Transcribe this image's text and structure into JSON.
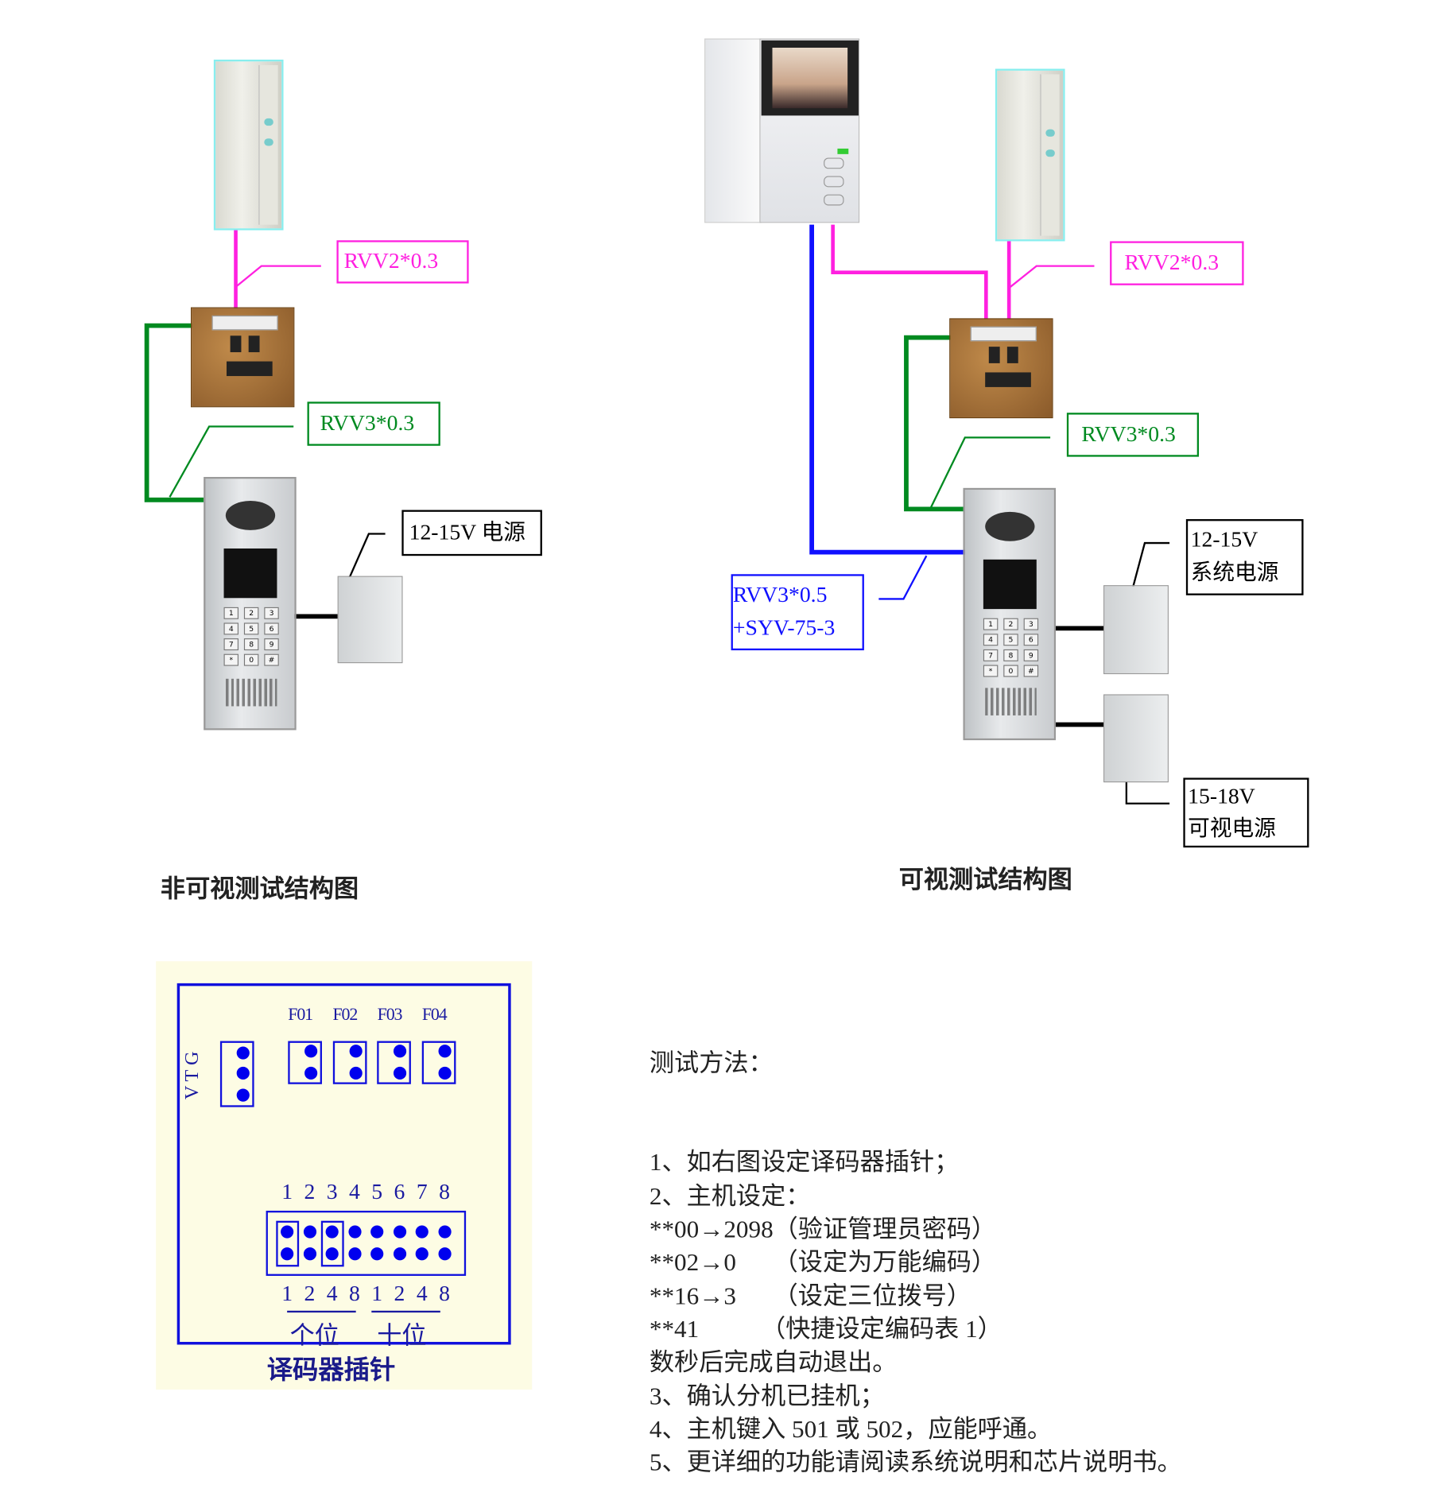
{
  "colors": {
    "rvv2": "#ff20e0",
    "rvv3": "#008a20",
    "video": "#1010ff",
    "power": "#000000",
    "decoder": "#1010dd"
  },
  "left_diagram": {
    "title": "非可视测试结构图",
    "rvv2_label": "RVV2*0.3",
    "rvv3_label": "RVV3*0.3",
    "power_label": "12-15V 电源"
  },
  "right_diagram": {
    "title": "可视测试结构图",
    "rvv2_label": "RVV2*0.3",
    "rvv3_label": "RVV3*0.3",
    "video_cable_label": [
      "RVV3*0.5",
      "+SYV-75-3"
    ],
    "system_power_label": [
      "12-15V",
      "系统电源"
    ],
    "video_power_label": [
      "15-18V",
      "可视电源"
    ]
  },
  "keypad": [
    "1",
    "2",
    "3",
    "4",
    "5",
    "6",
    "7",
    "8",
    "9",
    "*",
    "0",
    "#"
  ],
  "decoder": {
    "title": "译码器插针",
    "vtg_label": "V T G",
    "f_labels": [
      "F01",
      "F02",
      "F03",
      "F04"
    ],
    "pin_numbers_top": [
      "1",
      "2",
      "3",
      "4",
      "5",
      "6",
      "7",
      "8"
    ],
    "pin_numbers_bottom": [
      "1",
      "2",
      "4",
      "8",
      "1",
      "2",
      "4",
      "8"
    ],
    "ones_label": "个位",
    "tens_label": "十位",
    "jumpered_pins": [
      1,
      3
    ]
  },
  "instructions": {
    "title": "测试方法：",
    "lines": [
      "1、如右图设定译码器插针；",
      "2、主机设定：",
      "**00→2098（验证管理员密码）",
      "**02→0      （设定为万能编码）",
      "**16→3      （设定三位拨号）",
      "**41          （快捷设定编码表 1）",
      "数秒后完成自动退出。",
      "3、确认分机已挂机；",
      "4、主机键入 501 或 502，应能呼通。",
      "5、更详细的功能请阅读系统说明和芯片说明书。"
    ]
  }
}
